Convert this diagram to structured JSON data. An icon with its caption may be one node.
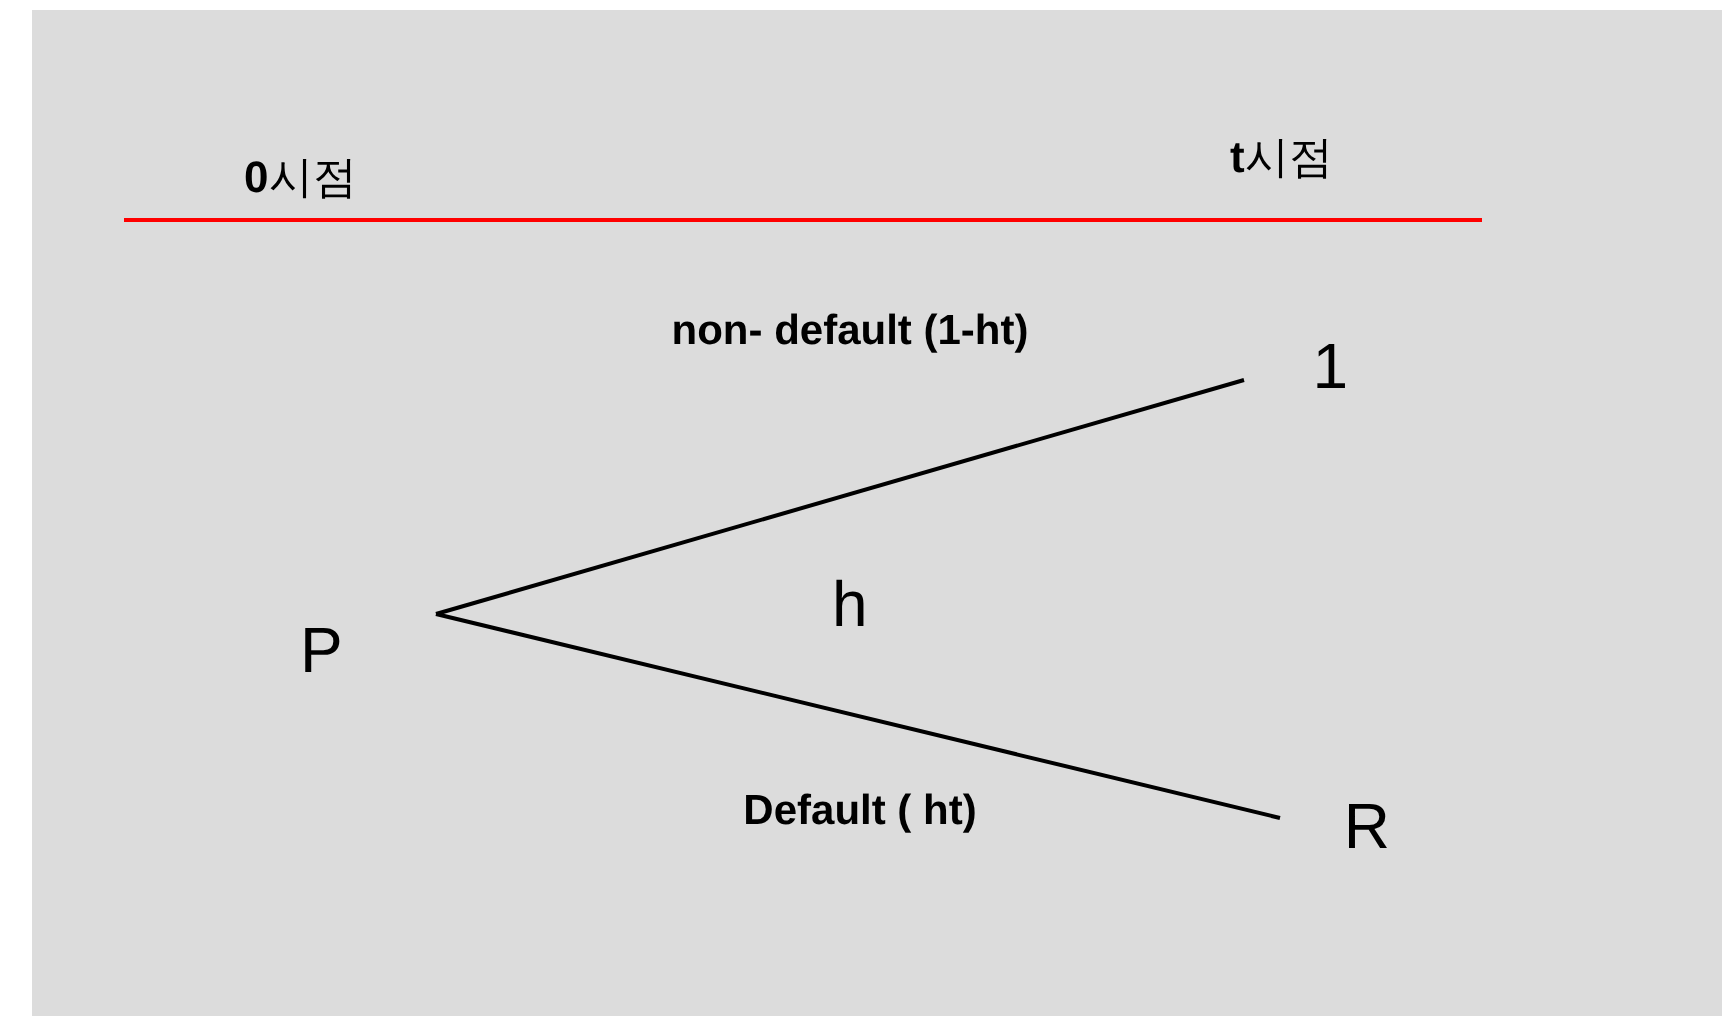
{
  "diagram": {
    "nodes": [
      {
        "text": [
          "P"
        ]
      },
      {
        "text": [
          "1"
        ]
      },
      {
        "text": [
          "R"
        ]
      }
    ],
    "edges": [
      {
        "from": 0,
        "to": 1,
        "arrow": "none",
        "label": "non- default (1-ht)"
      },
      {
        "from": 0,
        "to": 2,
        "arrow": "none",
        "label": "Default ( ht)"
      }
    ],
    "labels": [
      "**0**시점",
      "**t**시점",
      "h"
    ]
  }
}
